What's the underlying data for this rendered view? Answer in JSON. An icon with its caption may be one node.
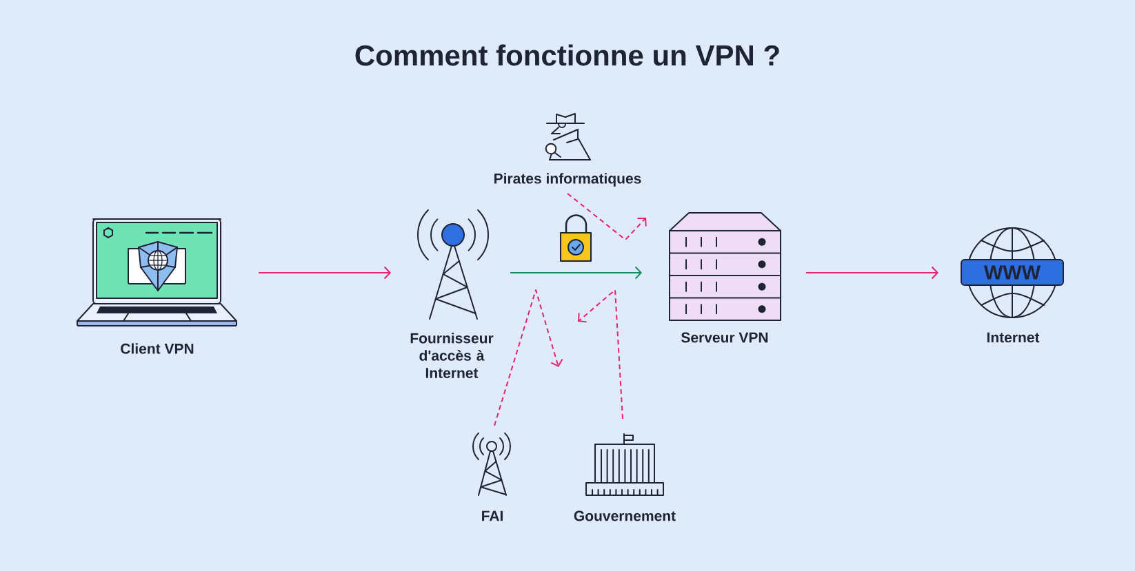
{
  "diagram": {
    "title": "Comment fonctionne un VPN ?",
    "nodes": [
      {
        "text": [
          "Pirates informatiques"
        ]
      },
      {
        "text": [
          "Client VPN"
        ]
      },
      {
        "text": [
          "Fournisseur d'accès à Internet"
        ]
      },
      {
        "text": [
          "Serveur VPN"
        ]
      },
      {
        "text": [
          "WWW",
          "Internet"
        ]
      },
      {
        "text": [
          "FAI"
        ]
      },
      {
        "text": [
          "Gouvernement"
        ]
      }
    ],
    "edges": [
      {
        "from": 1,
        "to": 2,
        "arrow": "to"
      },
      {
        "from": 2,
        "to": 3,
        "arrow": "to",
        "color": "#1b8c5e"
      },
      {
        "from": 3,
        "to": 4,
        "arrow": "to"
      },
      {
        "from": 0,
        "to": null,
        "arrow": "to",
        "style": "dashed"
      },
      {
        "from": 5,
        "to": null,
        "arrow": "to",
        "style": "dashed"
      },
      {
        "from": 6,
        "to": null,
        "arrow": "to",
        "style": "dashed"
      }
    ]
  }
}
